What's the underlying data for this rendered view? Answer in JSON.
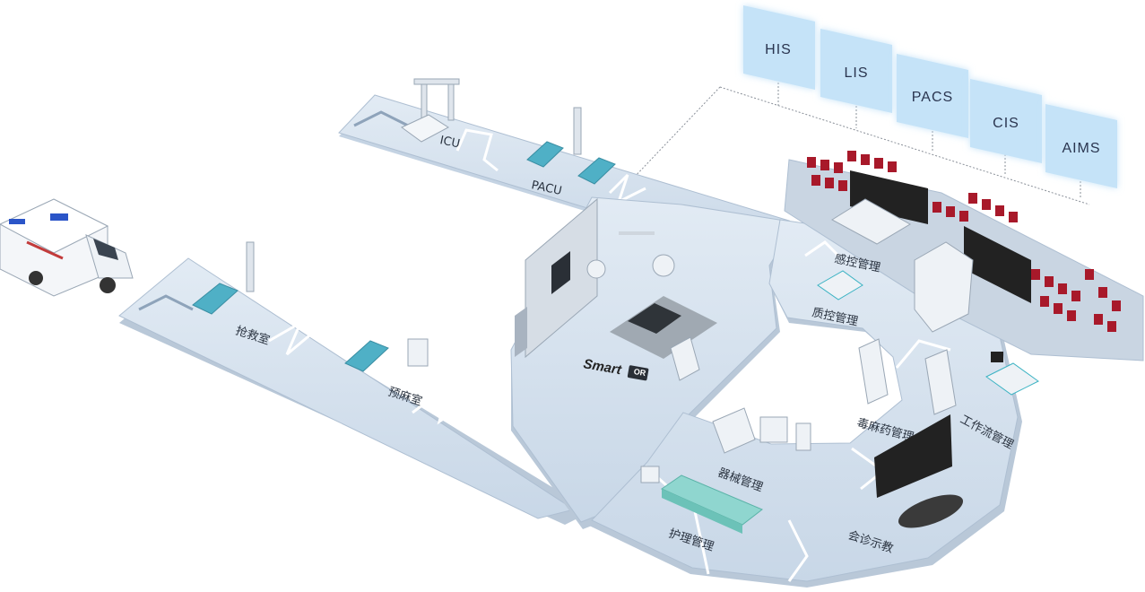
{
  "colors": {
    "floor": "#cfdcea",
    "floor_edge": "#aebfd2",
    "floor_top": "#dfe8f2",
    "panel": "#bfe0f6",
    "seat": "#a8192a",
    "screen": "#222222",
    "bed": "#4fb0c6",
    "white_eq": "#eef2f6"
  },
  "systems": [
    {
      "label": "HIS"
    },
    {
      "label": "LIS"
    },
    {
      "label": "PACS"
    },
    {
      "label": "CIS"
    },
    {
      "label": "AIMS"
    }
  ],
  "zones": {
    "icu": "ICU",
    "pacu": "PACU",
    "rescue": "抢救室",
    "pre_anesthesia": "预麻室",
    "smart_text": "Smart",
    "smart_badge": "OR",
    "infection_control": "感控管理",
    "quality_control": "质控管理",
    "narcotics": "毒麻药管理",
    "workflow": "工作流管理",
    "equipment": "器械管理",
    "nursing": "护理管理",
    "consultation": "会诊示教"
  },
  "ambulance": {
    "icon": "ambulance-icon"
  }
}
